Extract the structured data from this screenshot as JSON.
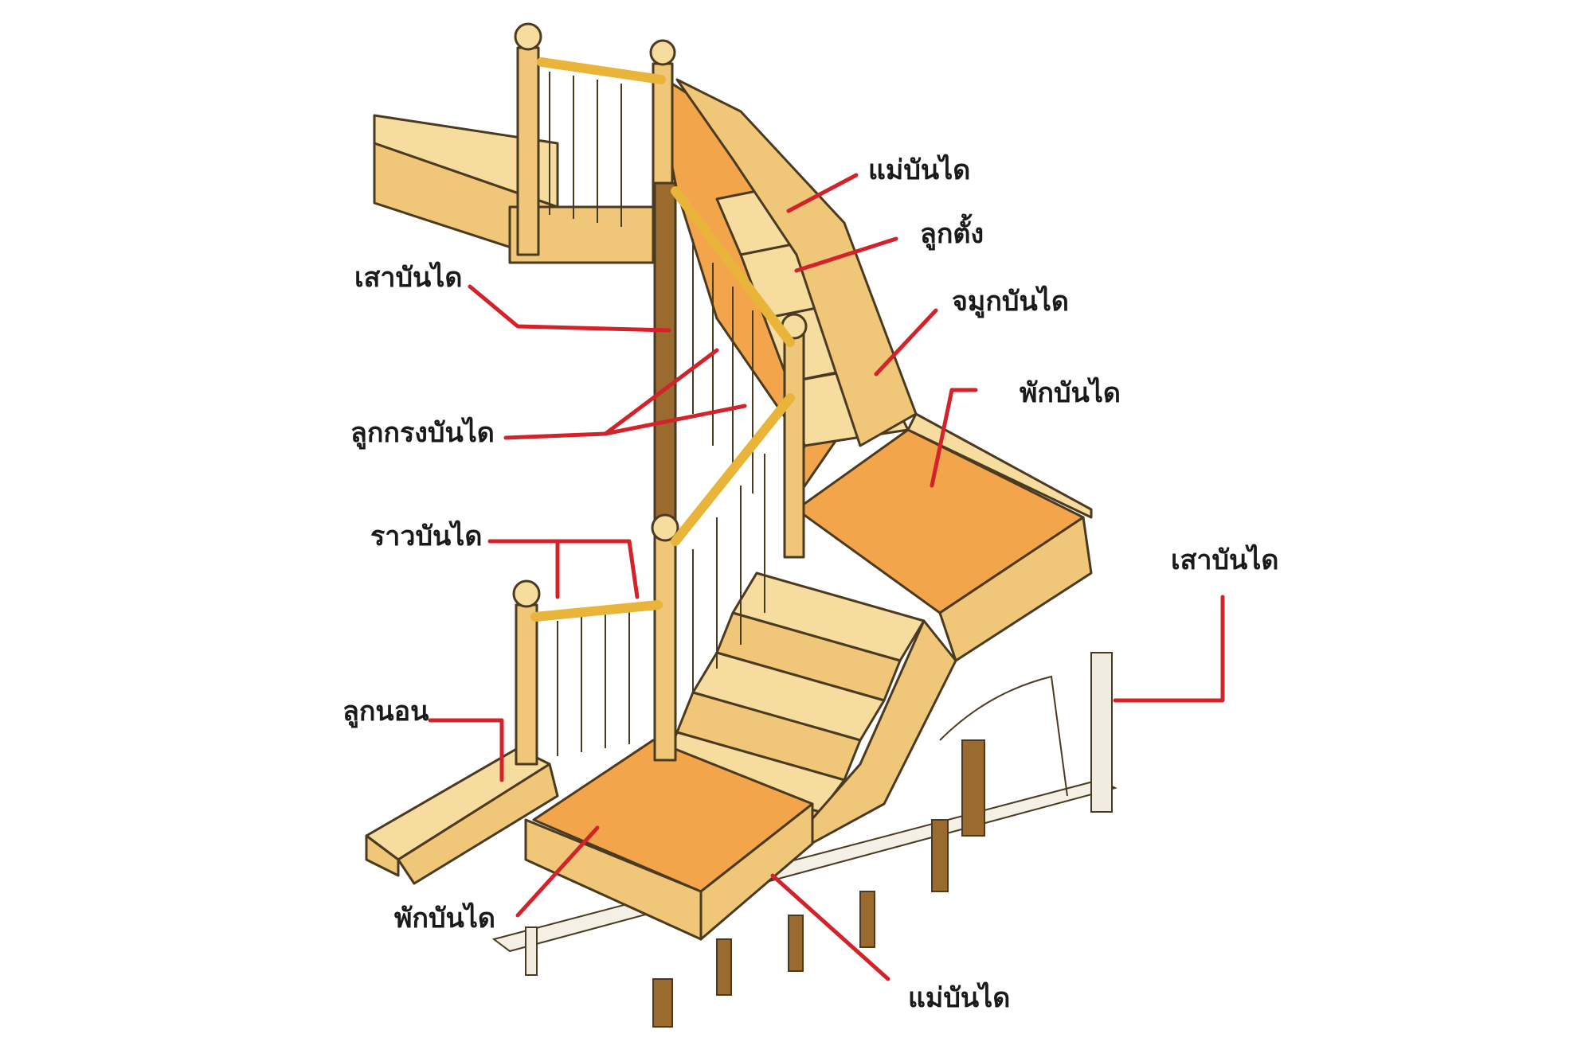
{
  "diagram": {
    "labels": {
      "stringer_top": "แม่บันได",
      "riser": "ลูกตั้ง",
      "nosing": "จมูกบันได",
      "landing_right": "พักบันได",
      "newel_left": "เสาบันได",
      "baluster": "ลูกกรงบันได",
      "handrail": "ราวบันได",
      "newel_right": "เสาบันได",
      "tread": "ลูกนอน",
      "landing_bottom": "พักบันได",
      "stringer_bottom": "แม่บันได"
    },
    "colors": {
      "wood_light": "#f7dca0",
      "wood_mid": "#f0c679",
      "wood_landing": "#f2a54a",
      "wood_dark": "#9b6a2e",
      "handrail": "#e8b43a",
      "leader": "#d2232a"
    }
  }
}
